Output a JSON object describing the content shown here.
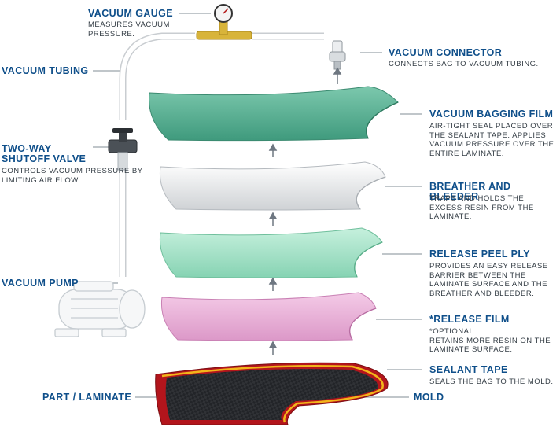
{
  "labels": {
    "vacuum_gauge": {
      "title": "VACUUM GAUGE",
      "desc": "MEASURES VACUUM\nPRESSURE."
    },
    "vacuum_connector": {
      "title": "VACUUM CONNECTOR",
      "desc": "CONNECTS BAG TO VACUUM TUBING."
    },
    "vacuum_tubing": {
      "title": "VACUUM TUBING"
    },
    "shutoff_valve": {
      "title": "TWO-WAY\nSHUTOFF VALVE",
      "desc": "CONTROLS VACUUM PRESSURE BY\nLIMITING AIR FLOW."
    },
    "vacuum_pump": {
      "title": "VACUUM PUMP"
    },
    "bagging_film": {
      "title": "VACUUM BAGGING FILM",
      "desc": "AIR-TIGHT SEAL PLACED OVER\nTHE SEALANT TAPE. APPLIES\nVACUUM PRESSURE OVER THE\nENTIRE LAMINATE."
    },
    "breather": {
      "title": "BREATHER AND BLEEDER",
      "desc": "TRAPS AND HOLDS THE\nEXCESS RESIN FROM THE\nLAMINATE."
    },
    "peel_ply": {
      "title": "RELEASE PEEL PLY",
      "desc": "PROVIDES AN EASY RELEASE\nBARRIER BETWEEN THE\nLAMINATE SURFACE AND THE\nBREATHER AND BLEEDER."
    },
    "release_film": {
      "title": "*RELEASE FILM",
      "desc": "*OPTIONAL\nRETAINS MORE RESIN ON THE\nLAMINATE SURFACE."
    },
    "sealant_tape": {
      "title": "SEALANT TAPE",
      "desc": "SEALS THE BAG TO THE MOLD."
    },
    "part_laminate": {
      "title": "PART / LAMINATE"
    },
    "mold": {
      "title": "MOLD"
    }
  },
  "colors": {
    "title": "#0f4f8a",
    "bagging_film": "#5fb89a",
    "breather": "#e4e6e8",
    "peel_ply": "#9fe0c6",
    "release_film": "#e7aed7",
    "mold": "#b3151c",
    "sealant_tape": "#f2b51a",
    "laminate": "#2d2f33"
  }
}
